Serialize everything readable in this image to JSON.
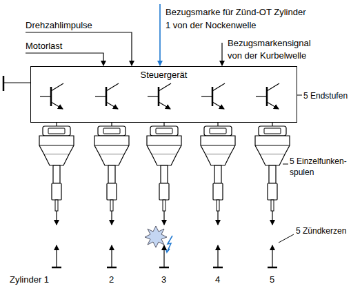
{
  "diagram": {
    "nodes": [
      {
        "text": [
          "Steuergerät"
        ]
      }
    ],
    "labels": [
      "Bezugsmarke für Zünd-OT Zylinder 1 von der Nockenwelle",
      "Drehzahlimpulse",
      "Motorlast",
      "Bezugsmarkensignal von der Kurbelwelle",
      "5 Endstufen",
      "5 Einzelfunken- spulen",
      "5 Zündkerzen",
      "Zylinder 1",
      "2",
      "3",
      "4",
      "5"
    ]
  }
}
